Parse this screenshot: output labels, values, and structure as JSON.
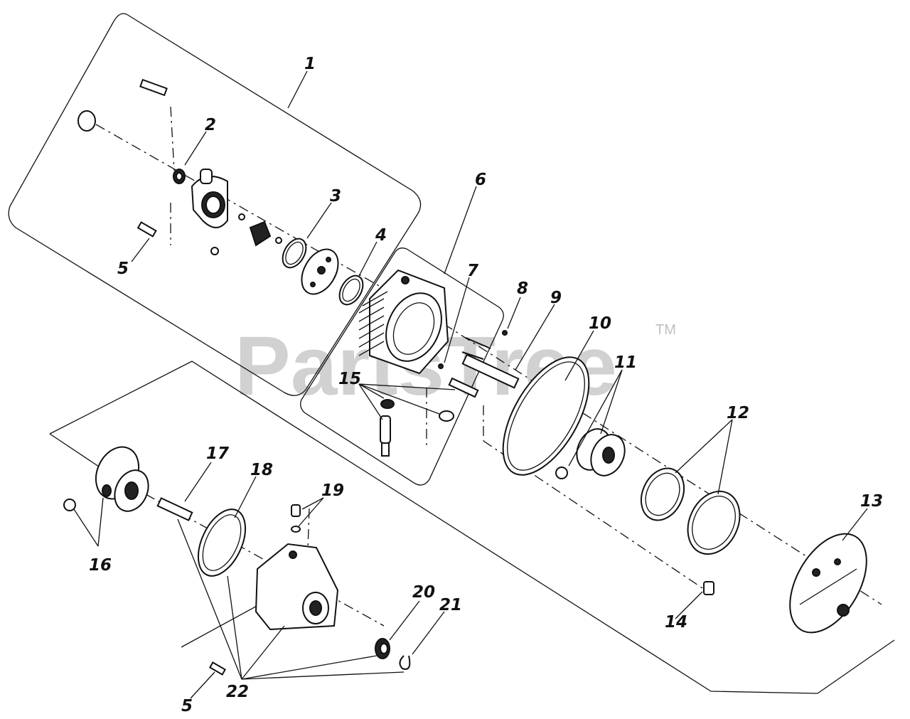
{
  "watermark": {
    "text": "PartsTree",
    "trademark": "TM"
  },
  "callouts": {
    "c1": "1",
    "c2": "2",
    "c3": "3",
    "c4": "4",
    "c5a": "5",
    "c5b": "5",
    "c6": "6",
    "c7": "7",
    "c8": "8",
    "c9": "9",
    "c10": "10",
    "c11": "11",
    "c12": "12",
    "c13": "13",
    "c14": "14",
    "c15": "15",
    "c16": "16",
    "c17": "17",
    "c18": "18",
    "c19": "19",
    "c20": "20",
    "c21": "21",
    "c22": "22"
  }
}
